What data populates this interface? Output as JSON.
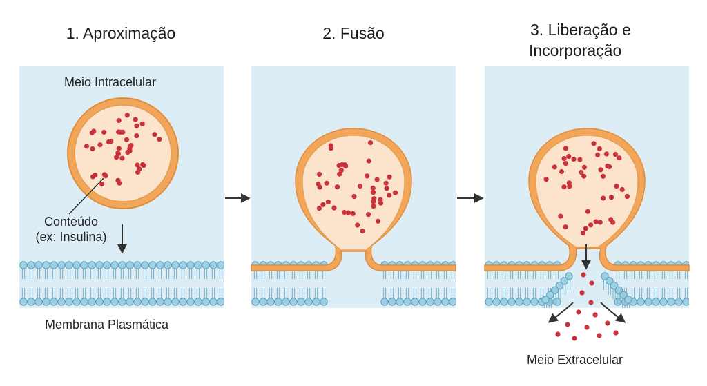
{
  "panels": [
    {
      "title_lines": [
        "1. Aproximação"
      ]
    },
    {
      "title_lines": [
        "2. Fusão"
      ]
    },
    {
      "title_lines": [
        "3. Liberação e",
        "Incorporação"
      ]
    }
  ],
  "labels": {
    "intracellular": "Meio Intracelular",
    "content_line1": "Conteúdo",
    "content_line2": "(ex: Insulina)",
    "membrane": "Membrana Plasmática",
    "extracellular": "Meio Extracelular"
  },
  "colors": {
    "cytoplasm_bg": "#dcedf6",
    "vesicle_membrane": "#f2a65a",
    "vesicle_outline": "#e08c3a",
    "vesicle_lumen": "#fbe3cc",
    "cargo": "#c8323a",
    "lipid_head": "#9ccfe3",
    "lipid_head_outline": "#5a9cb8",
    "lipid_tail": "#7fb6cf",
    "arrow": "#333333"
  }
}
